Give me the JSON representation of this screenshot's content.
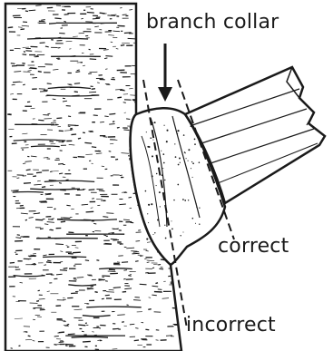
{
  "labels": {
    "branch_collar": "branch collar",
    "correct": "correct",
    "incorrect": "incorrect"
  },
  "colors": {
    "ink": "#1a1a1a",
    "background": "#ffffff"
  }
}
